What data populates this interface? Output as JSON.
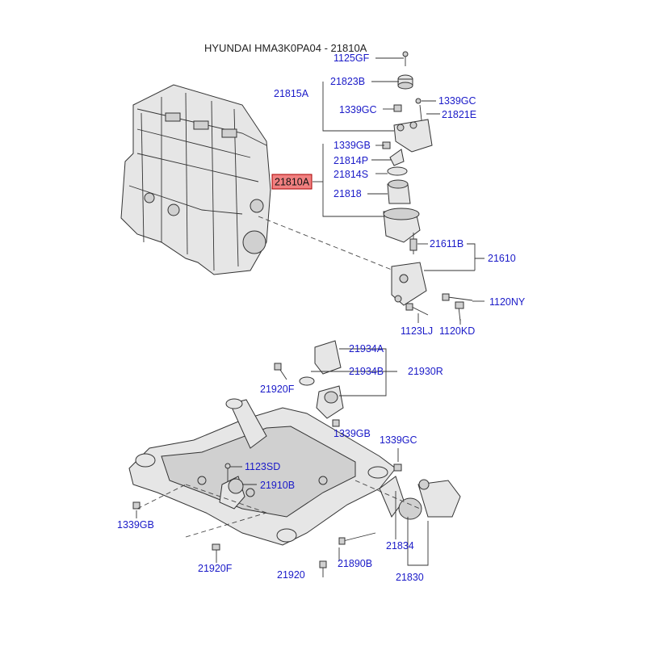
{
  "title": "HYUNDAI HMA3K0PA04 - 21810A",
  "highlight_label": "21810A",
  "labels": {
    "p1125GF": "1125GF",
    "p21823B": "21823B",
    "p21815A": "21815A",
    "p1339GC_a": "1339GC",
    "p1339GC_b": "1339GC",
    "p21821E": "21821E",
    "p1339GB_a": "1339GB",
    "p21814P": "21814P",
    "p21814S": "21814S",
    "p21818": "21818",
    "p21611B": "21611B",
    "p21610": "21610",
    "p1120NY": "1120NY",
    "p1123LJ": "1123LJ",
    "p1120KD": "1120KD",
    "p21934A": "21934A",
    "p21934B": "21934B",
    "p21930R": "21930R",
    "p21920F_a": "21920F",
    "p1339GB_b": "1339GB",
    "p1339GC_c": "1339GC",
    "p1123SD": "1123SD",
    "p21910B": "21910B",
    "p1339GB_c": "1339GB",
    "p21834": "21834",
    "p21890B": "21890B",
    "p21830": "21830",
    "p21920F_b": "21920F",
    "p21920": "21920"
  },
  "colors": {
    "label": "#1a1ac8",
    "highlight_fill": "#f08080",
    "line": "#333333"
  }
}
